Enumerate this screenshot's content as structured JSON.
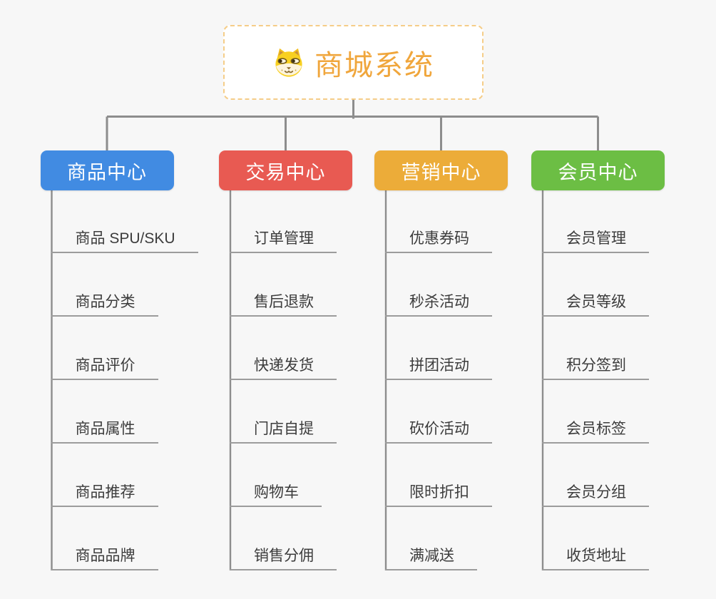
{
  "page": {
    "background": "#f7f7f7"
  },
  "root": {
    "title": "商城系统",
    "icon": "dog-face-icon",
    "title_color": "#f0a63c",
    "border_color": "#f5cd88"
  },
  "connector_color": "#8d8d8d",
  "branches": [
    {
      "id": "product-center",
      "label": "商品中心",
      "color": "#418be2",
      "items": [
        "商品 SPU/SKU",
        "商品分类",
        "商品评价",
        "商品属性",
        "商品推荐",
        "商品品牌"
      ]
    },
    {
      "id": "trade-center",
      "label": "交易中心",
      "color": "#e85a52",
      "items": [
        "订单管理",
        "售后退款",
        "快递发货",
        "门店自提",
        "购物车",
        "销售分佣"
      ]
    },
    {
      "id": "marketing-center",
      "label": "营销中心",
      "color": "#ecac39",
      "items": [
        "优惠券码",
        "秒杀活动",
        "拼团活动",
        "砍价活动",
        "限时折扣",
        "满减送"
      ]
    },
    {
      "id": "member-center",
      "label": "会员中心",
      "color": "#6cbe44",
      "items": [
        "会员管理",
        "会员等级",
        "积分签到",
        "会员标签",
        "会员分组",
        "收货地址"
      ]
    }
  ]
}
